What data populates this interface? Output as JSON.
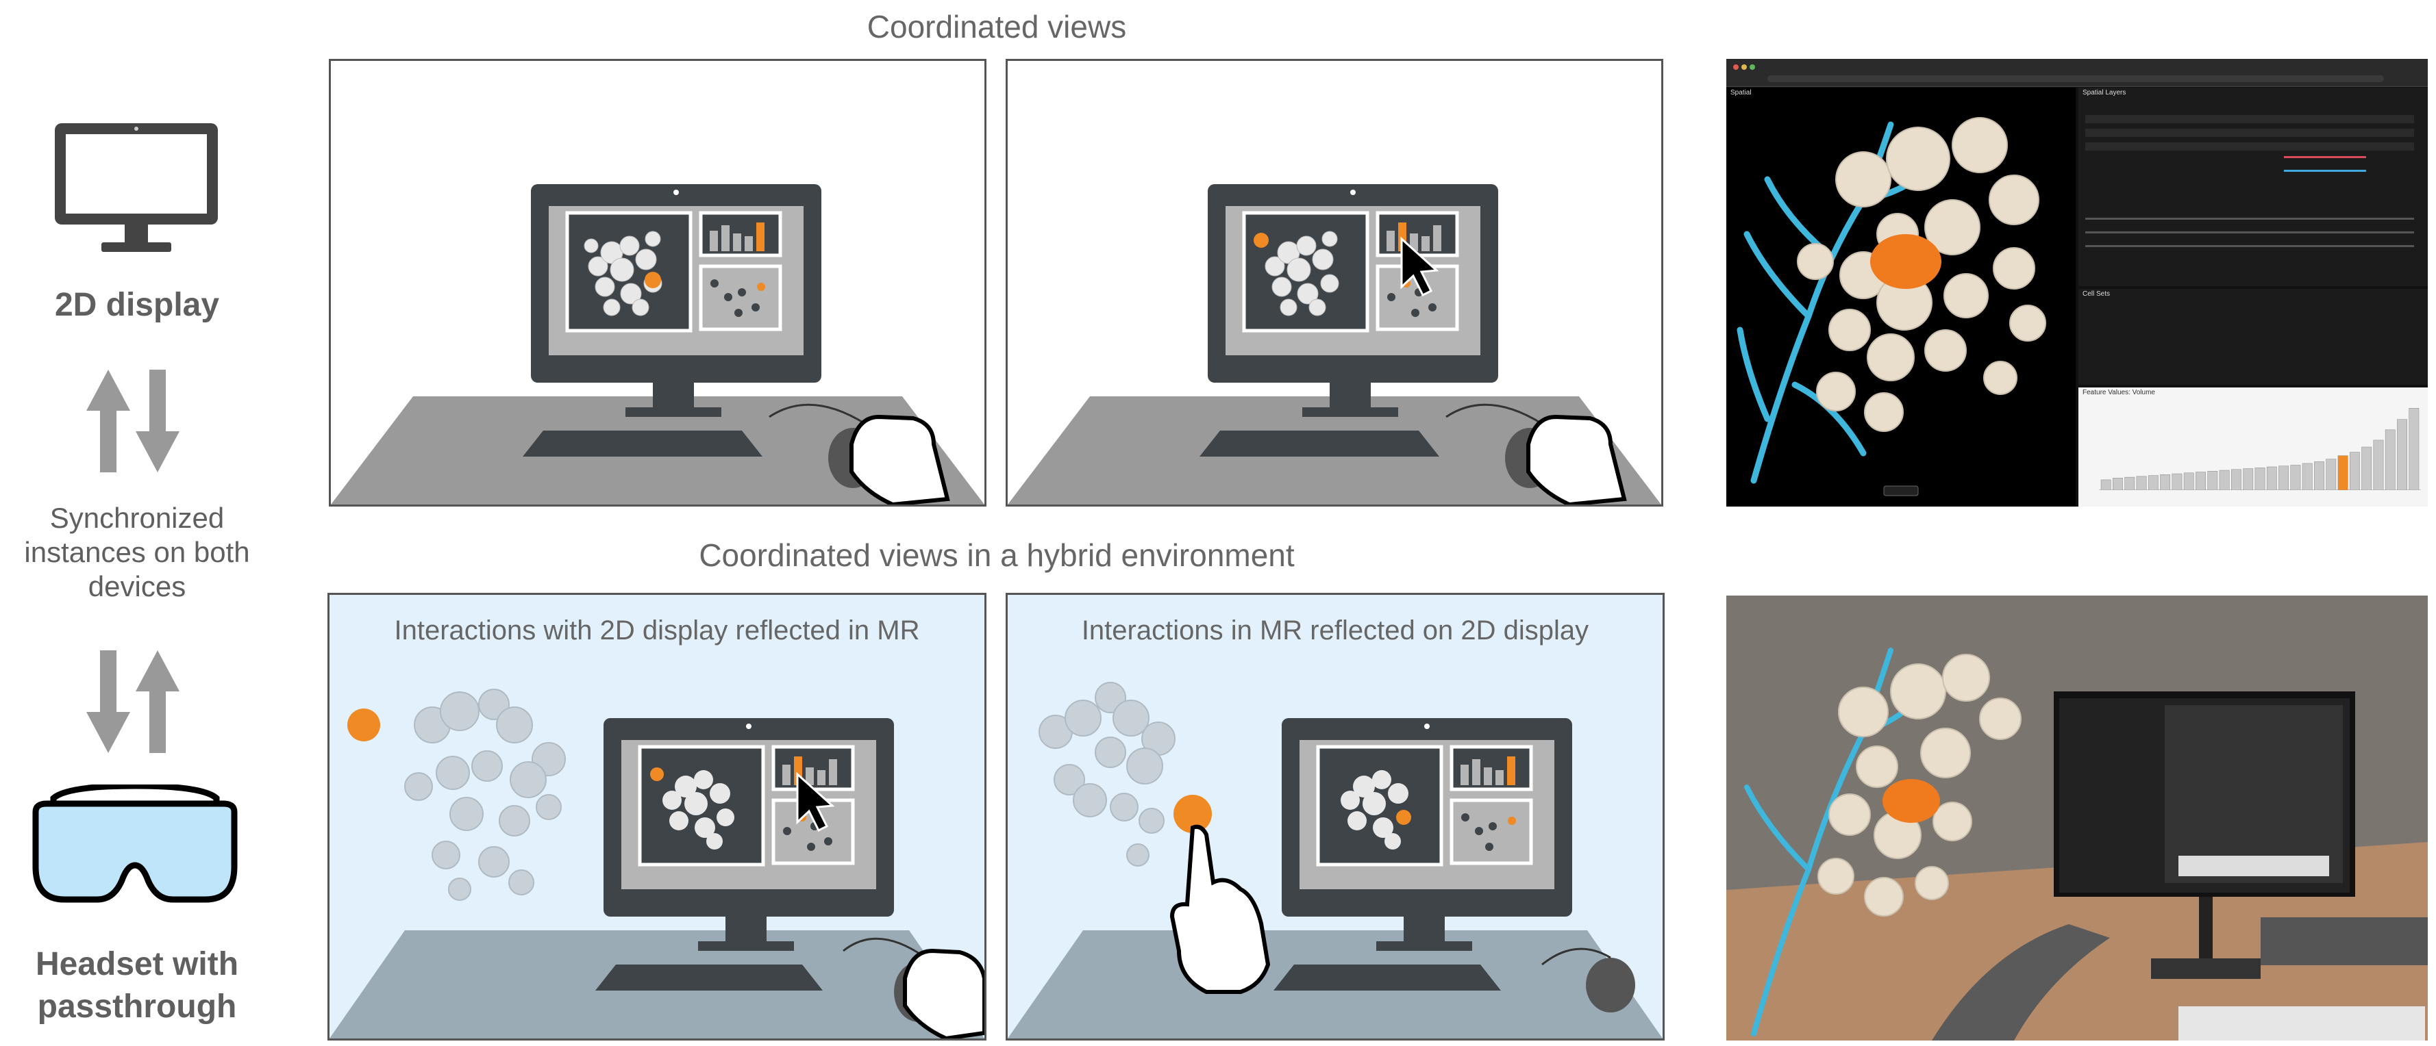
{
  "left_column": {
    "display_label": "2D display",
    "sync_label": [
      "Synchronized",
      "instances on both",
      "devices"
    ],
    "headset_label": [
      "Headset with",
      "passthrough"
    ]
  },
  "top_section": {
    "title": "Coordinated views"
  },
  "bottom_section": {
    "title": "Coordinated views in a hybrid environment",
    "panel_left_caption": "Interactions with 2D display reflected in MR",
    "panel_right_caption": "Interactions in MR reflected on 2D display"
  },
  "colors": {
    "accent_orange": "#f08a24",
    "monitor_dark": "#3f4449",
    "mr_background": "#e2f1fb",
    "vessel_cyan": "#3fb6dc",
    "cell_beige": "#e9ddcc"
  },
  "bar_chart_icon": {
    "values": [
      0.55,
      0.7,
      0.5,
      0.45,
      0.85
    ]
  },
  "screenshot_app": {
    "spatial_title": "Spatial",
    "layers_title": "Spatial Layers",
    "cell_sets_title": "Cell Sets",
    "feature_values_title": "Feature Values: Volume",
    "feature_bars": [
      0.12,
      0.14,
      0.15,
      0.16,
      0.17,
      0.18,
      0.19,
      0.2,
      0.21,
      0.22,
      0.23,
      0.24,
      0.25,
      0.26,
      0.27,
      0.28,
      0.29,
      0.31,
      0.33,
      0.36,
      0.4,
      0.44,
      0.5,
      0.58,
      0.7,
      0.82,
      0.95
    ],
    "highlight_index": 20
  }
}
